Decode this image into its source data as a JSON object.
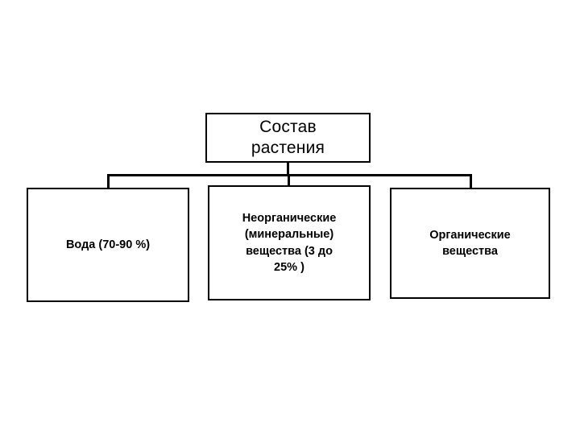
{
  "diagram": {
    "type": "hierarchy-tree",
    "orientation": "top-down",
    "background_color": "#ffffff",
    "line_color": "#000000",
    "box_border_color": "#000000",
    "box_fill_color": "#ffffff",
    "text_color": "#000000",
    "root": {
      "id": "root",
      "label": "Состав\nрастения"
    },
    "children": [
      {
        "id": "water",
        "label": "Вода (70-90 %)"
      },
      {
        "id": "inorganic",
        "label": "Неорганические\n(минеральные)\nвещества (3 до\n25% )"
      },
      {
        "id": "organic",
        "label": "Органические\nвещества"
      }
    ]
  }
}
